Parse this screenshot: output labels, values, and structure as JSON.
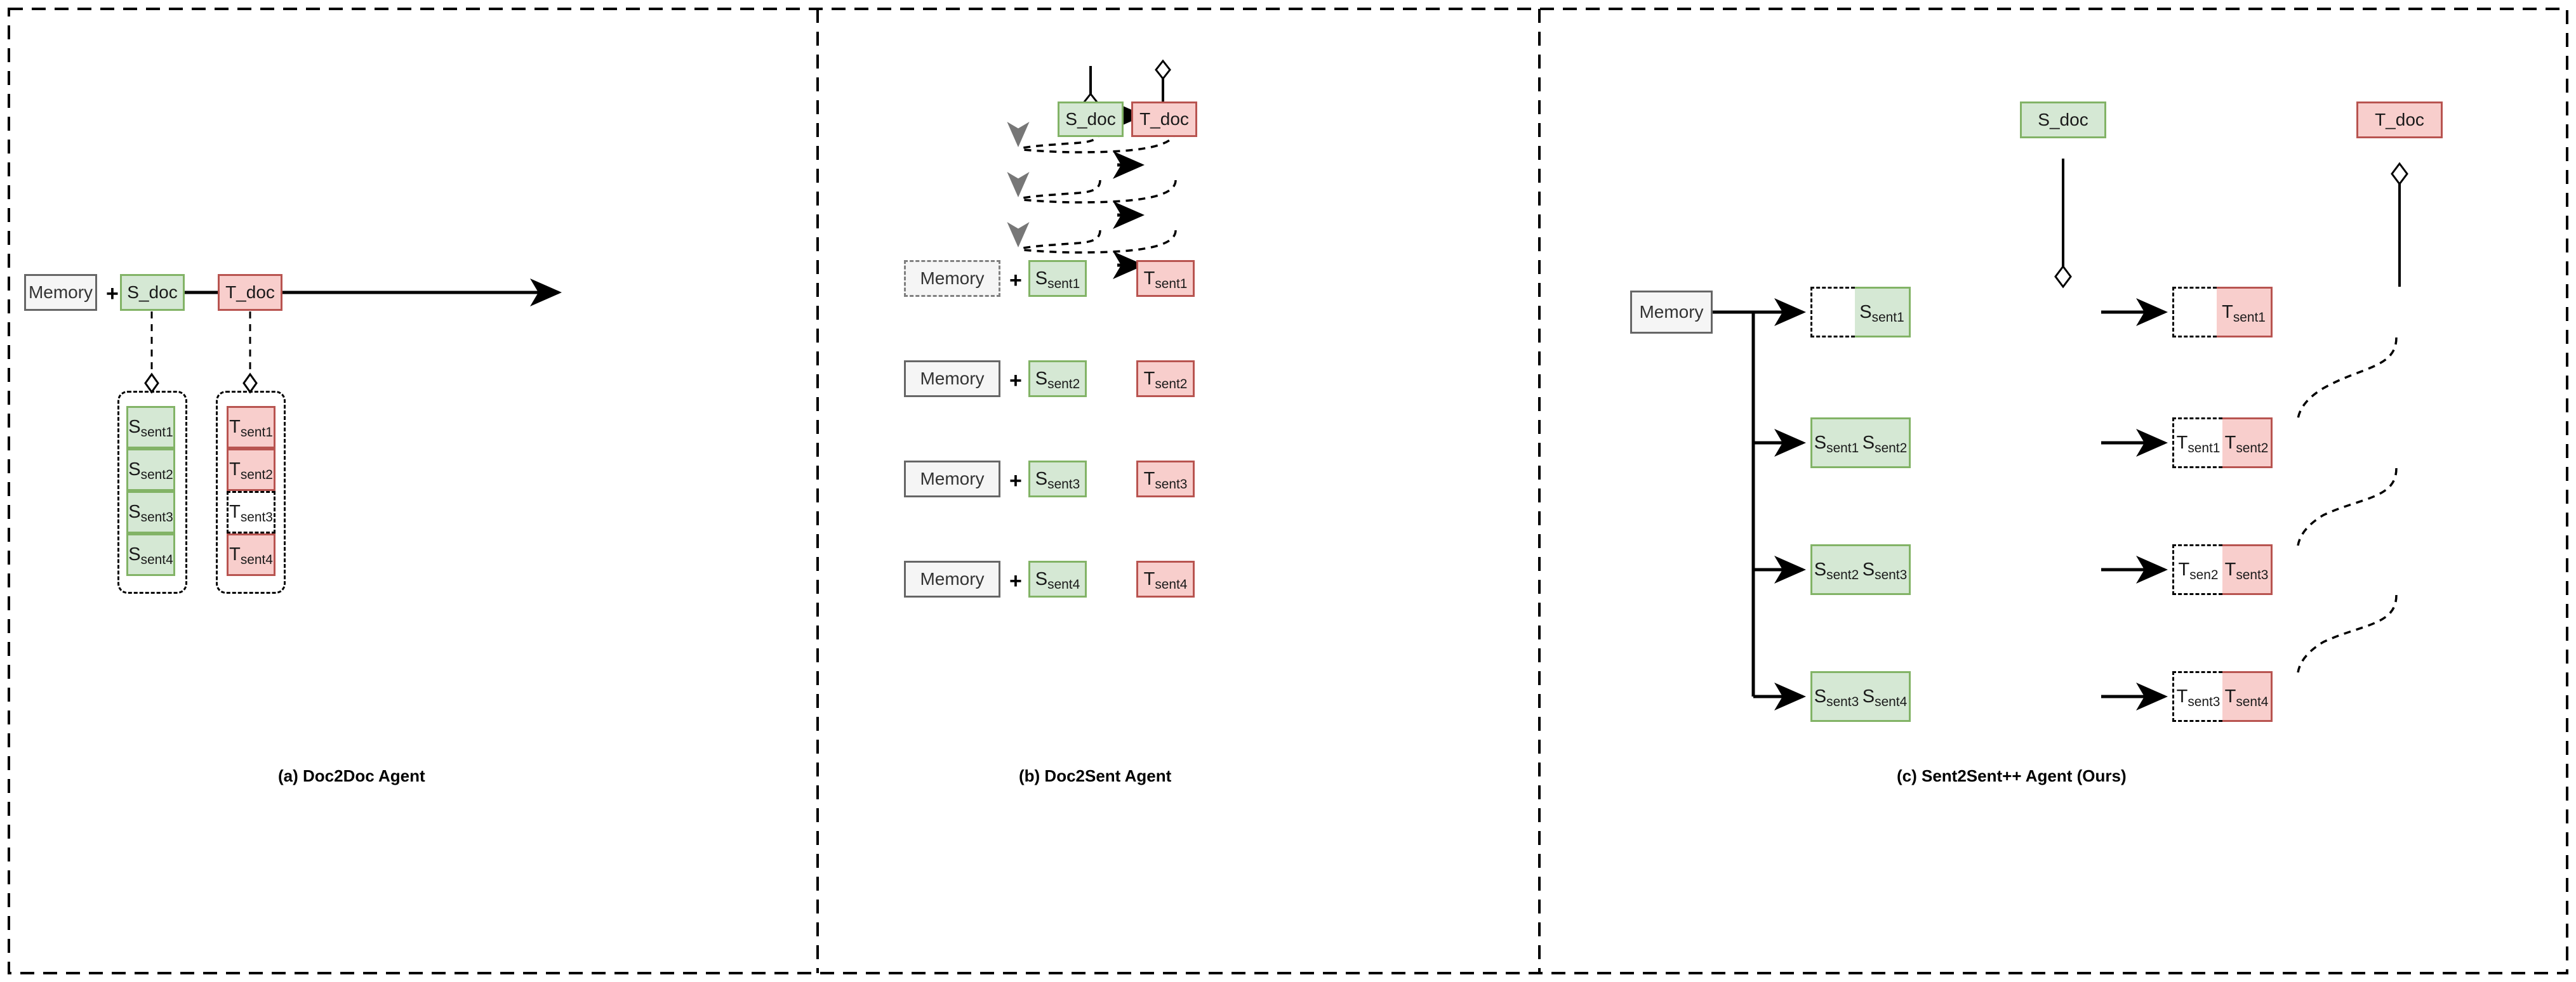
{
  "figure": {
    "type": "diagram",
    "description": "Three-panel comparison of document translation agent architectures",
    "colors": {
      "source_fill": "#d5e8d4",
      "source_border": "#82b366",
      "target_fill": "#f8cecc",
      "target_border": "#b85450",
      "memory_fill": "#f5f5f5",
      "memory_border": "#666666",
      "dashed_border": "#000000"
    },
    "separator_style": "dashed"
  },
  "panels": [
    {
      "id": "a",
      "caption": "(a) Doc2Doc Agent",
      "memory_label": "Memory",
      "plus_symbol": "+",
      "source_doc": "S_doc",
      "target_doc": "T_doc",
      "source_sentences": [
        {
          "base": "S",
          "sub": "sent1",
          "state": "filled"
        },
        {
          "base": "S",
          "sub": "sent2",
          "state": "filled"
        },
        {
          "base": "S",
          "sub": "sent3",
          "state": "filled"
        },
        {
          "base": "S",
          "sub": "sent4",
          "state": "filled"
        }
      ],
      "target_sentences": [
        {
          "base": "T",
          "sub": "sent1",
          "state": "filled"
        },
        {
          "base": "T",
          "sub": "sent2",
          "state": "filled"
        },
        {
          "base": "T",
          "sub": "sent3",
          "state": "empty"
        },
        {
          "base": "T",
          "sub": "sent4",
          "state": "filled"
        }
      ]
    },
    {
      "id": "b",
      "caption": "(b) Doc2Sent Agent",
      "source_doc": "S_doc",
      "target_doc": "T_doc",
      "plus_symbol": "+",
      "rows": [
        {
          "memory": "Memory",
          "memory_state": "dashed",
          "source": {
            "base": "S",
            "sub": "sent1"
          },
          "target": {
            "base": "T",
            "sub": "sent1"
          }
        },
        {
          "memory": "Memory",
          "memory_state": "solid",
          "source": {
            "base": "S",
            "sub": "sent2"
          },
          "target": {
            "base": "T",
            "sub": "sent2"
          }
        },
        {
          "memory": "Memory",
          "memory_state": "solid",
          "source": {
            "base": "S",
            "sub": "sent3"
          },
          "target": {
            "base": "T",
            "sub": "sent3"
          }
        },
        {
          "memory": "Memory",
          "memory_state": "solid",
          "source": {
            "base": "S",
            "sub": "sent4"
          },
          "target": {
            "base": "T",
            "sub": "sent4"
          }
        }
      ]
    },
    {
      "id": "c",
      "caption": "(c) Sent2Sent++ Agent (Ours)",
      "memory_label": "Memory",
      "source_doc": "S_doc",
      "target_doc": "T_doc",
      "rows": [
        {
          "source_left": {
            "base": "",
            "sub": "",
            "state": "empty"
          },
          "source_right": {
            "base": "S",
            "sub": "sent1",
            "state": "filled"
          },
          "target_left": {
            "base": "",
            "sub": "",
            "state": "empty"
          },
          "target_right": {
            "base": "T",
            "sub": "sent1",
            "state": "filled"
          }
        },
        {
          "source_left": {
            "base": "S",
            "sub": "sent1",
            "state": "filled"
          },
          "source_right": {
            "base": "S",
            "sub": "sent2",
            "state": "filled"
          },
          "target_left": {
            "base": "T",
            "sub": "sent1",
            "state": "empty"
          },
          "target_right": {
            "base": "T",
            "sub": "sent2",
            "state": "filled"
          }
        },
        {
          "source_left": {
            "base": "S",
            "sub": "sent2",
            "state": "filled"
          },
          "source_right": {
            "base": "S",
            "sub": "sent3",
            "state": "filled"
          },
          "target_left": {
            "base": "T",
            "sub": "sen2",
            "state": "empty"
          },
          "target_right": {
            "base": "T",
            "sub": "sent3",
            "state": "filled"
          }
        },
        {
          "source_left": {
            "base": "S",
            "sub": "sent3",
            "state": "filled"
          },
          "source_right": {
            "base": "S",
            "sub": "sent4",
            "state": "filled"
          },
          "target_left": {
            "base": "T",
            "sub": "sent3",
            "state": "empty"
          },
          "target_right": {
            "base": "T",
            "sub": "sent4",
            "state": "filled"
          }
        }
      ]
    }
  ]
}
